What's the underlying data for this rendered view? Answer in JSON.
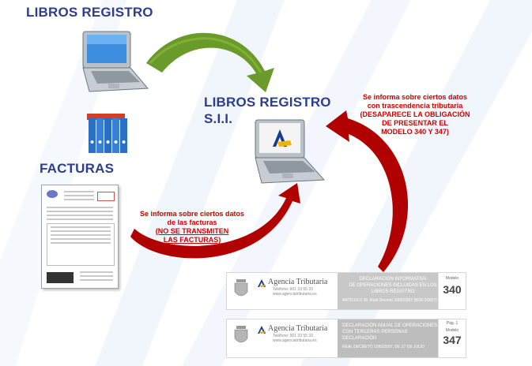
{
  "labels": {
    "libros_registro_top": "LIBROS REGISTRO",
    "libros_registro_sii_line1": "LIBROS REGISTRO",
    "libros_registro_sii_line2": "S.I.I.",
    "facturas": "FACTURAS"
  },
  "notes": {
    "right_line1": "Se informa sobre ciertos datos",
    "right_line2": "con trascendencia tributaria",
    "right_line3": "(DESAPARECE LA OBLIGACIÓN",
    "right_line4": "DE PRESENTAR EL",
    "right_line5": "MODELO 340 Y 347)",
    "left_line1": "Se informa sobre ciertos datos",
    "left_line2": "de las facturas",
    "left_line3": "(NO SE TRANSMITEN",
    "left_line4": "LAS FACTURAS)"
  },
  "forms": [
    {
      "agency": "Agencia Tributaria",
      "phone": "Teléfono: 901 33 55 33",
      "web": "www.agenciatributaria.es",
      "title_line1": "DECLARACIÓN INFORMATIVA",
      "title_line2": "DE OPERACIONES INCLUIDAS EN LOS",
      "title_line3": "LIBROS REGISTRO",
      "decree": "ARTÍCULO 36, Real Decreto 1065/2007 (BOE 5/9/07)",
      "model_label": "Modelo",
      "model_number": "340"
    },
    {
      "agency": "Agencia Tributaria",
      "phone": "Teléfono: 901 33 55 33",
      "web": "www.agenciatributaria.es",
      "title_line1": "DECLARACIÓN ANUAL DE OPERACIONES",
      "title_line2": "CON TERCERAS PERSONAS",
      "title_line3": "DECLARACIÓN",
      "decree": "REAL DECRETO 1065/2007, DE 27 DE JULIO",
      "model_label": "Modelo",
      "page_label": "Pág. 1",
      "model_number": "347"
    }
  ],
  "colors": {
    "title_blue": "#2d3e8c",
    "note_red": "#d00000",
    "arrow_green": "#6a9a2a",
    "arrow_red": "#b00000"
  }
}
